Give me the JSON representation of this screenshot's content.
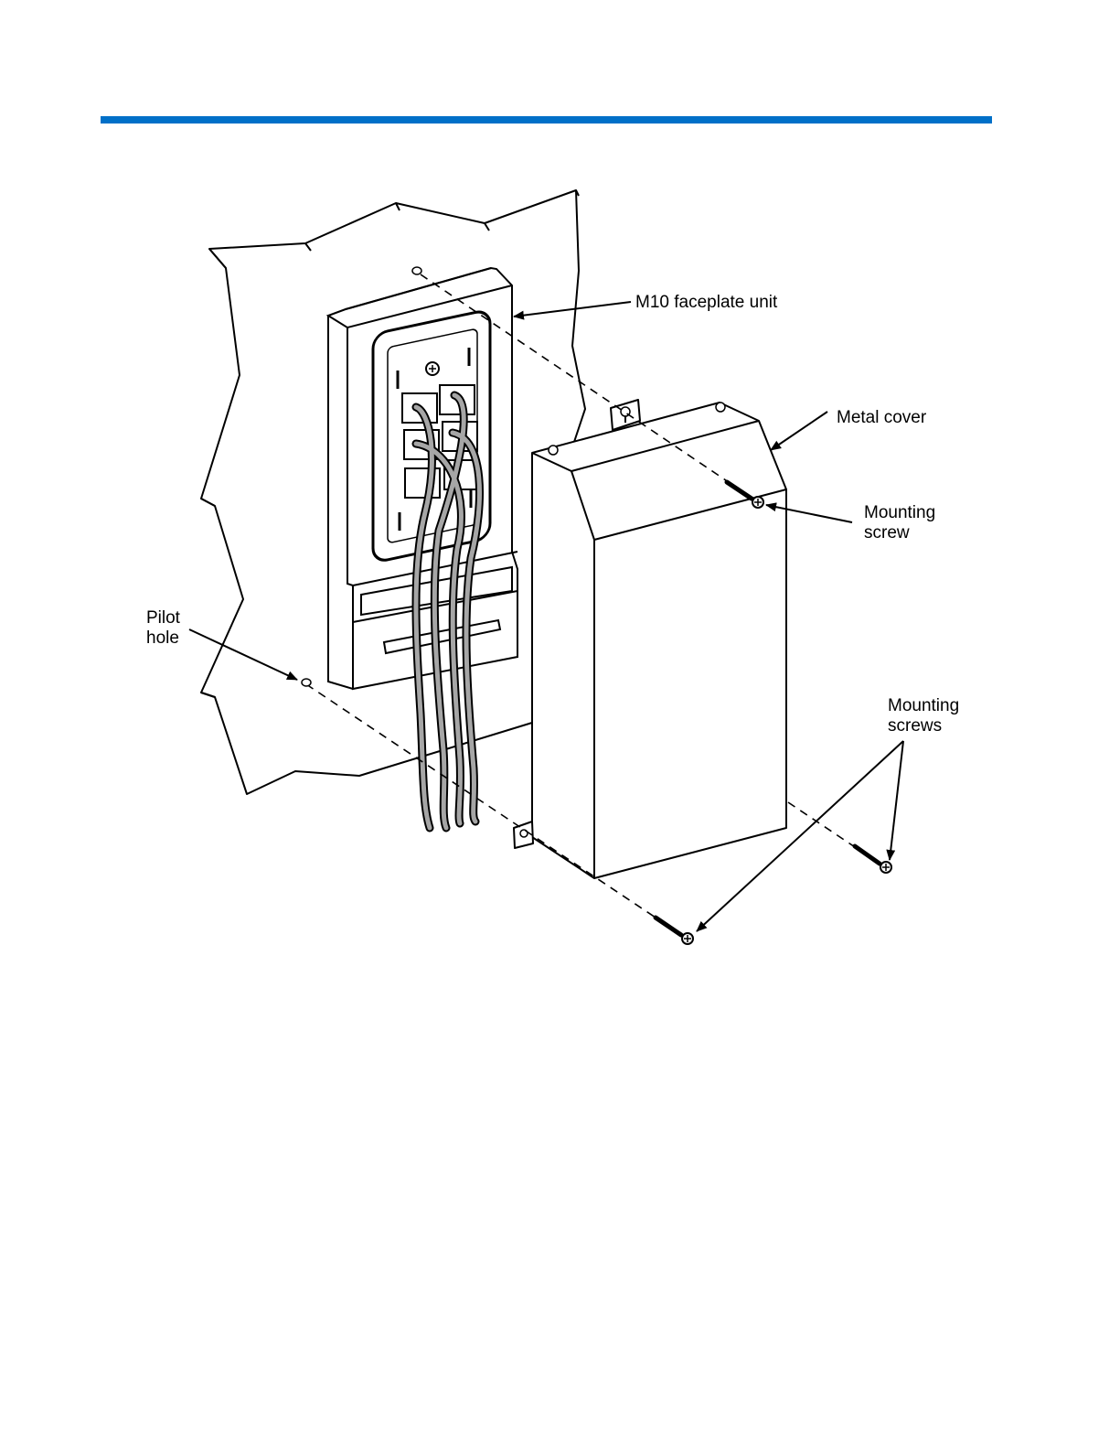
{
  "header": {
    "rule_color": "#0070c8"
  },
  "figure": {
    "callouts": {
      "faceplate": "M10 faceplate unit",
      "metal_cover": "Metal cover",
      "mounting_screw_line1": "Mounting",
      "mounting_screw_line2": "screw",
      "mounting_screws_line1": "Mounting",
      "mounting_screws_line2": "screws",
      "pilot_hole_line1": "Pilot",
      "pilot_hole_line2": "hole"
    },
    "line_color": "#000000",
    "cable_color": "#a6a6a6"
  }
}
